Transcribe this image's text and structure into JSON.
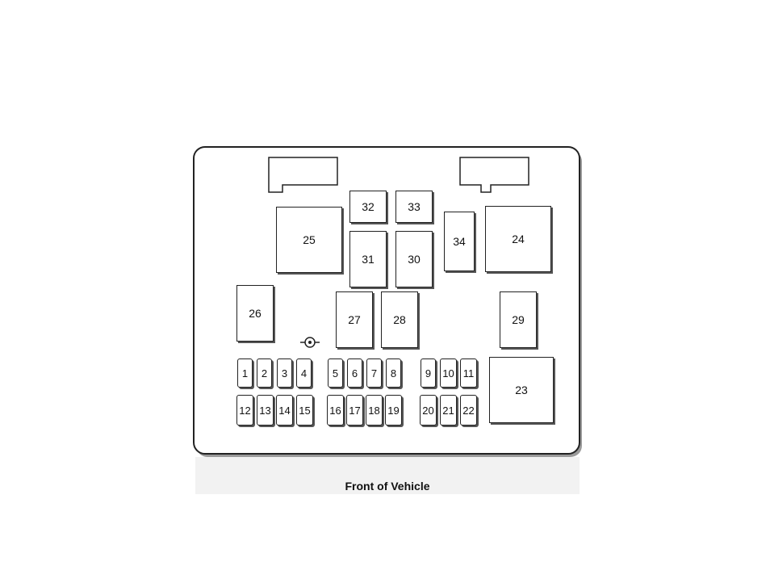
{
  "caption": "Front of Vehicle",
  "relays": {
    "r32": "32",
    "r33": "33",
    "r25": "25",
    "r31": "31",
    "r30": "30",
    "r34": "34",
    "r24": "24",
    "r26": "26",
    "r27": "27",
    "r28": "28",
    "r29": "29",
    "r23": "23"
  },
  "fuses": {
    "f1": "1",
    "f2": "2",
    "f3": "3",
    "f4": "4",
    "f5": "5",
    "f6": "6",
    "f7": "7",
    "f8": "8",
    "f9": "9",
    "f10": "10",
    "f11": "11",
    "f12": "12",
    "f13": "13",
    "f14": "14",
    "f15": "15",
    "f16": "16",
    "f17": "17",
    "f18": "18",
    "f19": "19",
    "f20": "20",
    "f21": "21",
    "f22": "22"
  }
}
